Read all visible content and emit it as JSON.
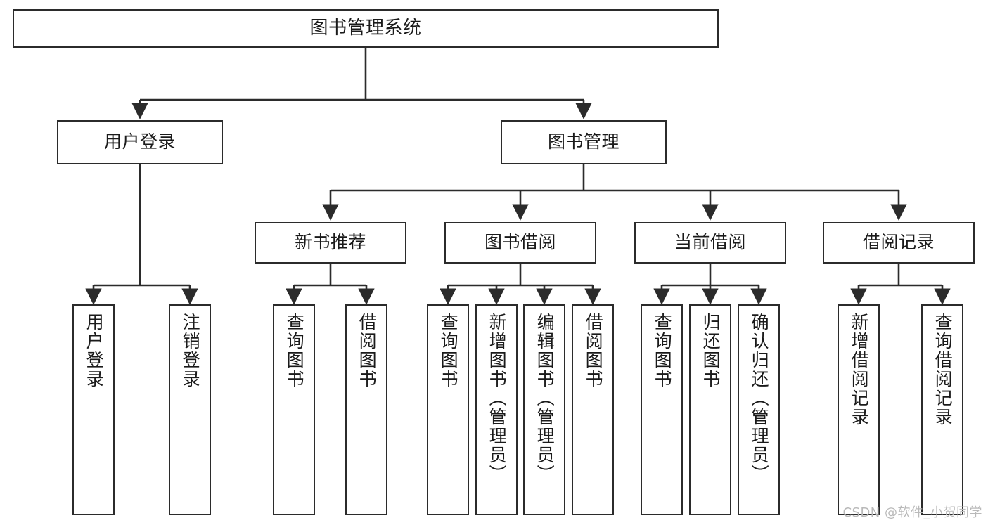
{
  "diagram": {
    "title": "图书管理系统",
    "type": "hierarchy-tree",
    "watermark": "CSDN @软件_小贺同学",
    "colors": {
      "box_stroke": "#2b2b2b",
      "box_fill": "#ffffff",
      "edge_stroke": "#2b2b2b",
      "text": "#1a1a1a",
      "watermark": "#b9b9b9",
      "background": "#ffffff"
    },
    "nodes": {
      "root": {
        "label": "图书管理系统"
      },
      "level1": [
        {
          "label": "用户登录"
        },
        {
          "label": "图书管理"
        }
      ],
      "level2": [
        {
          "label": "新书推荐"
        },
        {
          "label": "图书借阅"
        },
        {
          "label": "当前借阅"
        },
        {
          "label": "借阅记录"
        }
      ],
      "leaves_user_login": [
        {
          "label": "用户登录"
        },
        {
          "label": "注销登录"
        }
      ],
      "leaves_new_book": [
        {
          "label": "查询图书"
        },
        {
          "label": "借阅图书"
        }
      ],
      "leaves_borrow": [
        {
          "label": "查询图书"
        },
        {
          "label": "新增图书（管理员）"
        },
        {
          "label": "编辑图书（管理员）"
        },
        {
          "label": "借阅图书"
        }
      ],
      "leaves_current": [
        {
          "label": "查询图书"
        },
        {
          "label": "归还图书"
        },
        {
          "label": "确认归还（管理员）"
        }
      ],
      "leaves_record": [
        {
          "label": "新增借阅记录"
        },
        {
          "label": "查询借阅记录"
        }
      ]
    }
  }
}
